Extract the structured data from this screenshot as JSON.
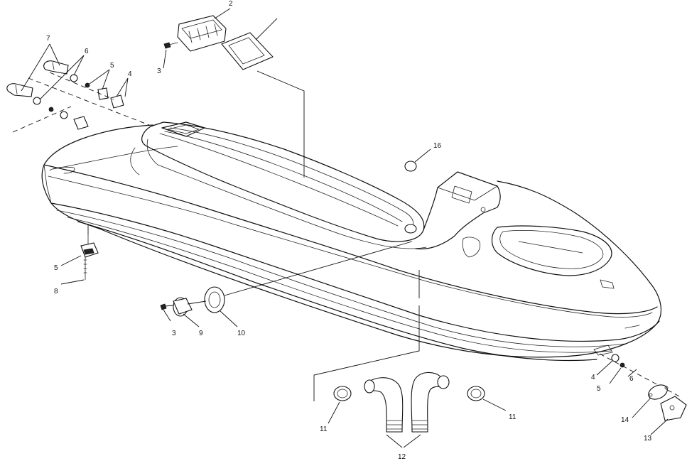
{
  "callouts": [
    {
      "id": "c1",
      "label": ""
    },
    {
      "id": "c2",
      "label": "2"
    },
    {
      "id": "c3a",
      "label": "3"
    },
    {
      "id": "c7",
      "label": "7"
    },
    {
      "id": "c6a",
      "label": "6"
    },
    {
      "id": "c5a",
      "label": "5"
    },
    {
      "id": "c4a",
      "label": "4"
    },
    {
      "id": "c16",
      "label": "16"
    },
    {
      "id": "c5b",
      "label": "5"
    },
    {
      "id": "c8",
      "label": "8"
    },
    {
      "id": "c3b",
      "label": "3"
    },
    {
      "id": "c9",
      "label": "9"
    },
    {
      "id": "c10",
      "label": "10"
    },
    {
      "id": "c4b",
      "label": "4"
    },
    {
      "id": "c5c",
      "label": "5"
    },
    {
      "id": "c6b",
      "label": "6"
    },
    {
      "id": "c14",
      "label": "14"
    },
    {
      "id": "c13",
      "label": "13"
    },
    {
      "id": "c11a",
      "label": "11"
    },
    {
      "id": "c11b",
      "label": "11"
    },
    {
      "id": "c12",
      "label": "12"
    }
  ]
}
